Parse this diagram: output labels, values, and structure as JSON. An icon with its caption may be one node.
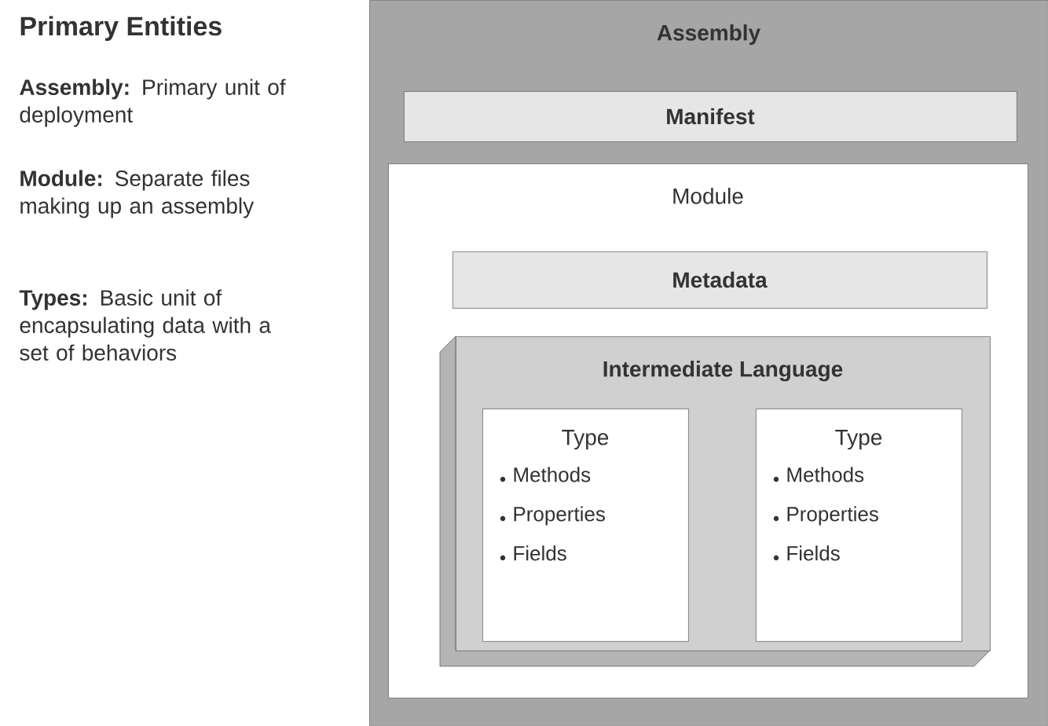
{
  "diagram": {
    "title": "Primary Entities",
    "nodes": [
      {
        "text": [
          "Assembly"
        ]
      },
      {
        "text": [
          "Manifest"
        ],
        "in": 0
      },
      {
        "text": [
          "Module"
        ],
        "in": 0
      },
      {
        "text": [
          "Metadata"
        ],
        "in": 2
      },
      {
        "text": [
          "Intermediate Language"
        ],
        "in": 2
      },
      {
        "text": [
          "Type",
          "Methods",
          "Properties",
          "Fields"
        ],
        "in": 4
      },
      {
        "text": [
          "Type",
          "Methods",
          "Properties",
          "Fields"
        ],
        "in": 4
      }
    ],
    "labels": [
      "**Assembly:** Primary unit of deployment",
      "**Module:** Separate files making up an assembly",
      "**Types:** Basic unit of encapsulating data with a set of behaviors"
    ]
  }
}
